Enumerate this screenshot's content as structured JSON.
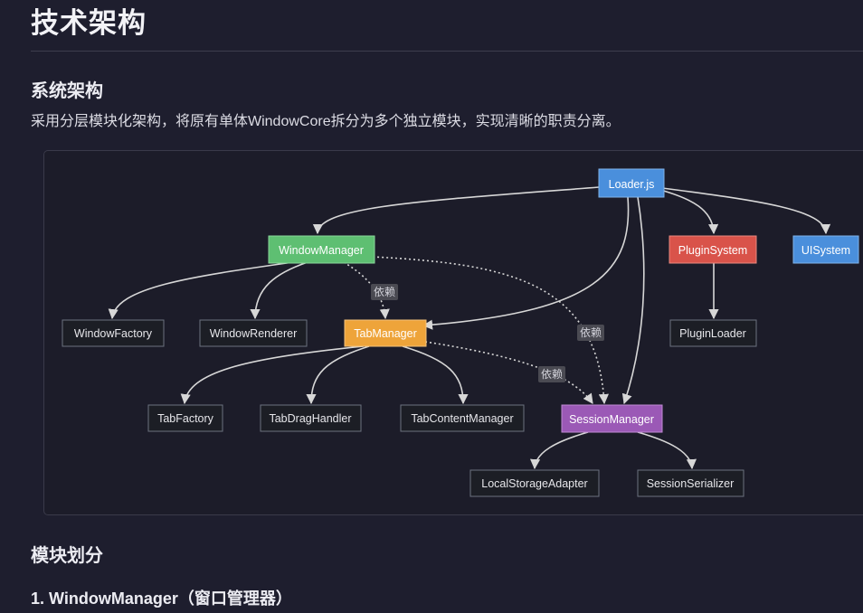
{
  "page": {
    "title": "技术架构",
    "section_architecture": "系统架构",
    "description": "采用分层模块化架构，将原有单体WindowCore拆分为多个独立模块，实现清晰的职责分离。",
    "section_modules": "模块划分",
    "module_1_heading": "1. WindowManager（窗口管理器）"
  },
  "diagram": {
    "nodes": {
      "loader": "Loader.js",
      "window_manager": "WindowManager",
      "plugin_system": "PluginSystem",
      "ui_system": "UISystem",
      "window_factory": "WindowFactory",
      "window_renderer": "WindowRenderer",
      "tab_manager": "TabManager",
      "plugin_loader": "PluginLoader",
      "tab_factory": "TabFactory",
      "tab_drag_handler": "TabDragHandler",
      "tab_content_manager": "TabContentManager",
      "session_manager": "SessionManager",
      "local_storage_adapter": "LocalStorageAdapter",
      "session_serializer": "SessionSerializer"
    },
    "dependency_label": "依赖",
    "colors": {
      "loader": "#4a8fdc",
      "window_manager": "#5ebf72",
      "plugin_system": "#d9534a",
      "ui_system": "#4a8fdc",
      "tab_manager": "#eea43a",
      "session_manager": "#9b59b6",
      "plain_node_fill": "#1c1e25",
      "plain_node_border": "#6b7280",
      "edge": "#d7d7d7"
    }
  }
}
